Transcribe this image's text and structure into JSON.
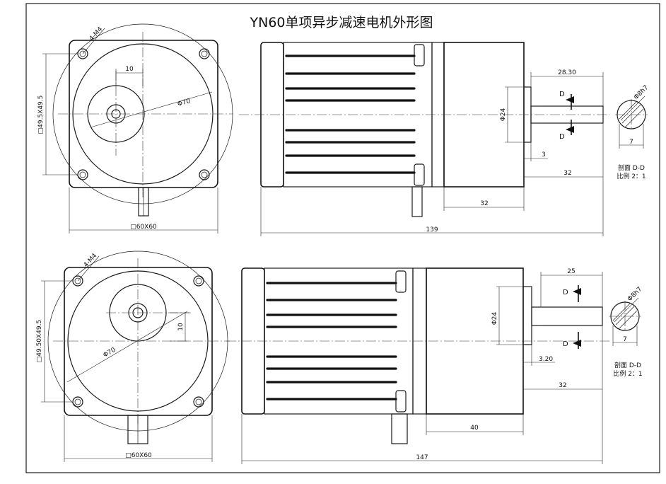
{
  "title": "YN60单项异步减速电机外形图",
  "top": {
    "mount_holes": "4-M4",
    "offset_10": "10",
    "hole_pattern": "□49.5X49.5",
    "circle_dia": "Φ70",
    "flange": "□60X60",
    "shaft_len": "28.30",
    "shaft_dia": "Φ24",
    "section_mark_upper": "D",
    "section_mark_lower": "D",
    "key_dim": "3",
    "dim_32_lower": "32",
    "dim_32_gear": "32",
    "total_len": "139",
    "shaft_fit": "Φ8h7",
    "flat_7": "7",
    "section_title": "剖面 D-D",
    "scale": "比例 2：1"
  },
  "bottom": {
    "mount_holes": "4-M4",
    "offset_10": "10",
    "hole_pattern": "□49.50X49.5",
    "circle_dia": "Φ70",
    "flange": "□60X60",
    "shaft_len": "25",
    "shaft_dia": "Φ24",
    "section_mark_upper": "D",
    "section_mark_lower": "D",
    "key_dim": "3.20",
    "dim_32": "32",
    "dim_40": "40",
    "total_len": "147",
    "shaft_fit": "Φ8h7",
    "flat_7": "7",
    "section_title": "剖面 D-D",
    "scale": "比例 2：1"
  }
}
